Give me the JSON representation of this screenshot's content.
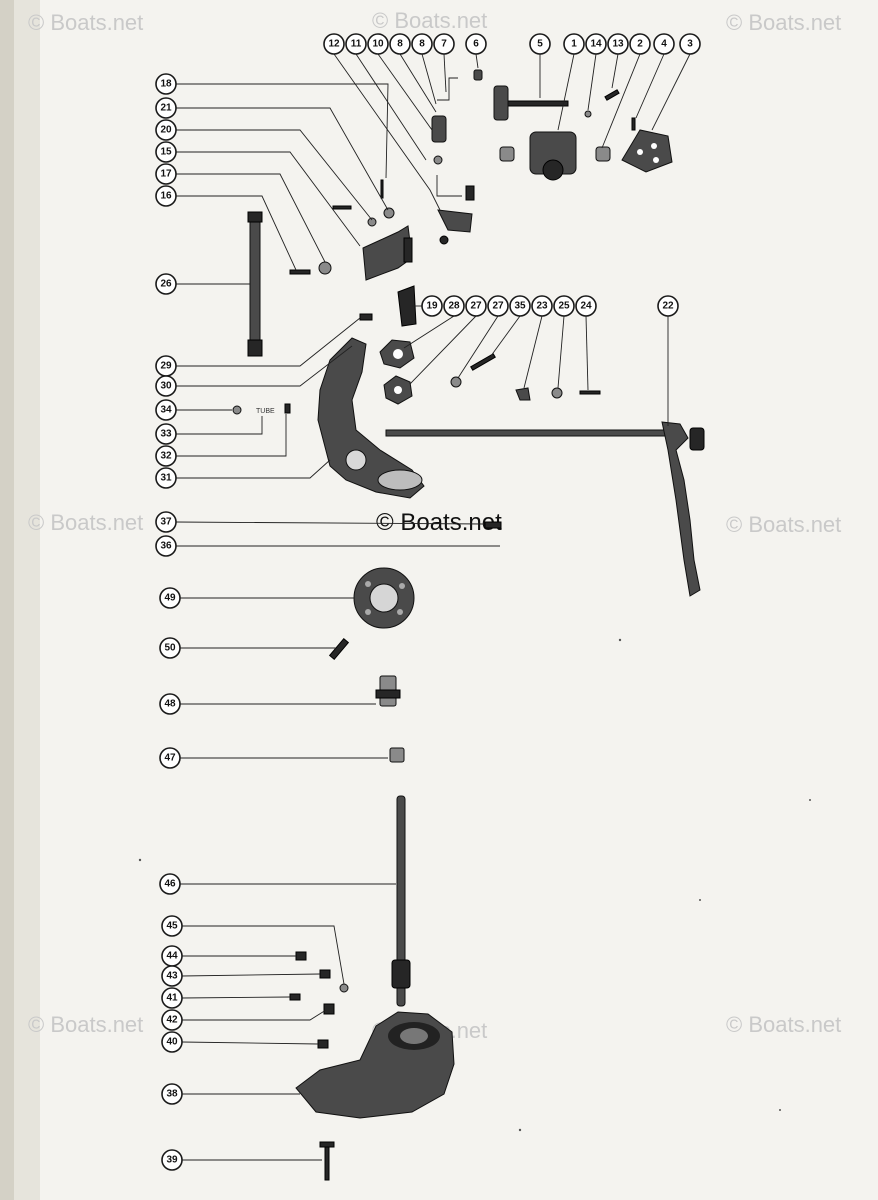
{
  "watermark": "© Boats.net",
  "top_callouts": [
    "12",
    "11",
    "10",
    "8",
    "8",
    "7",
    "6",
    "5",
    "1",
    "14",
    "13",
    "2",
    "4",
    "3"
  ],
  "left_callouts": [
    "18",
    "21",
    "20",
    "15",
    "17",
    "16",
    "26",
    "29",
    "30",
    "34",
    "33",
    "32",
    "31",
    "37",
    "36",
    "49",
    "50",
    "48",
    "47",
    "46",
    "45",
    "44",
    "43",
    "41",
    "42",
    "40",
    "38",
    "39"
  ],
  "mid_callouts": [
    "19",
    "28",
    "27",
    "27",
    "35",
    "23",
    "25",
    "24",
    "22"
  ],
  "small_label": "TUBE"
}
